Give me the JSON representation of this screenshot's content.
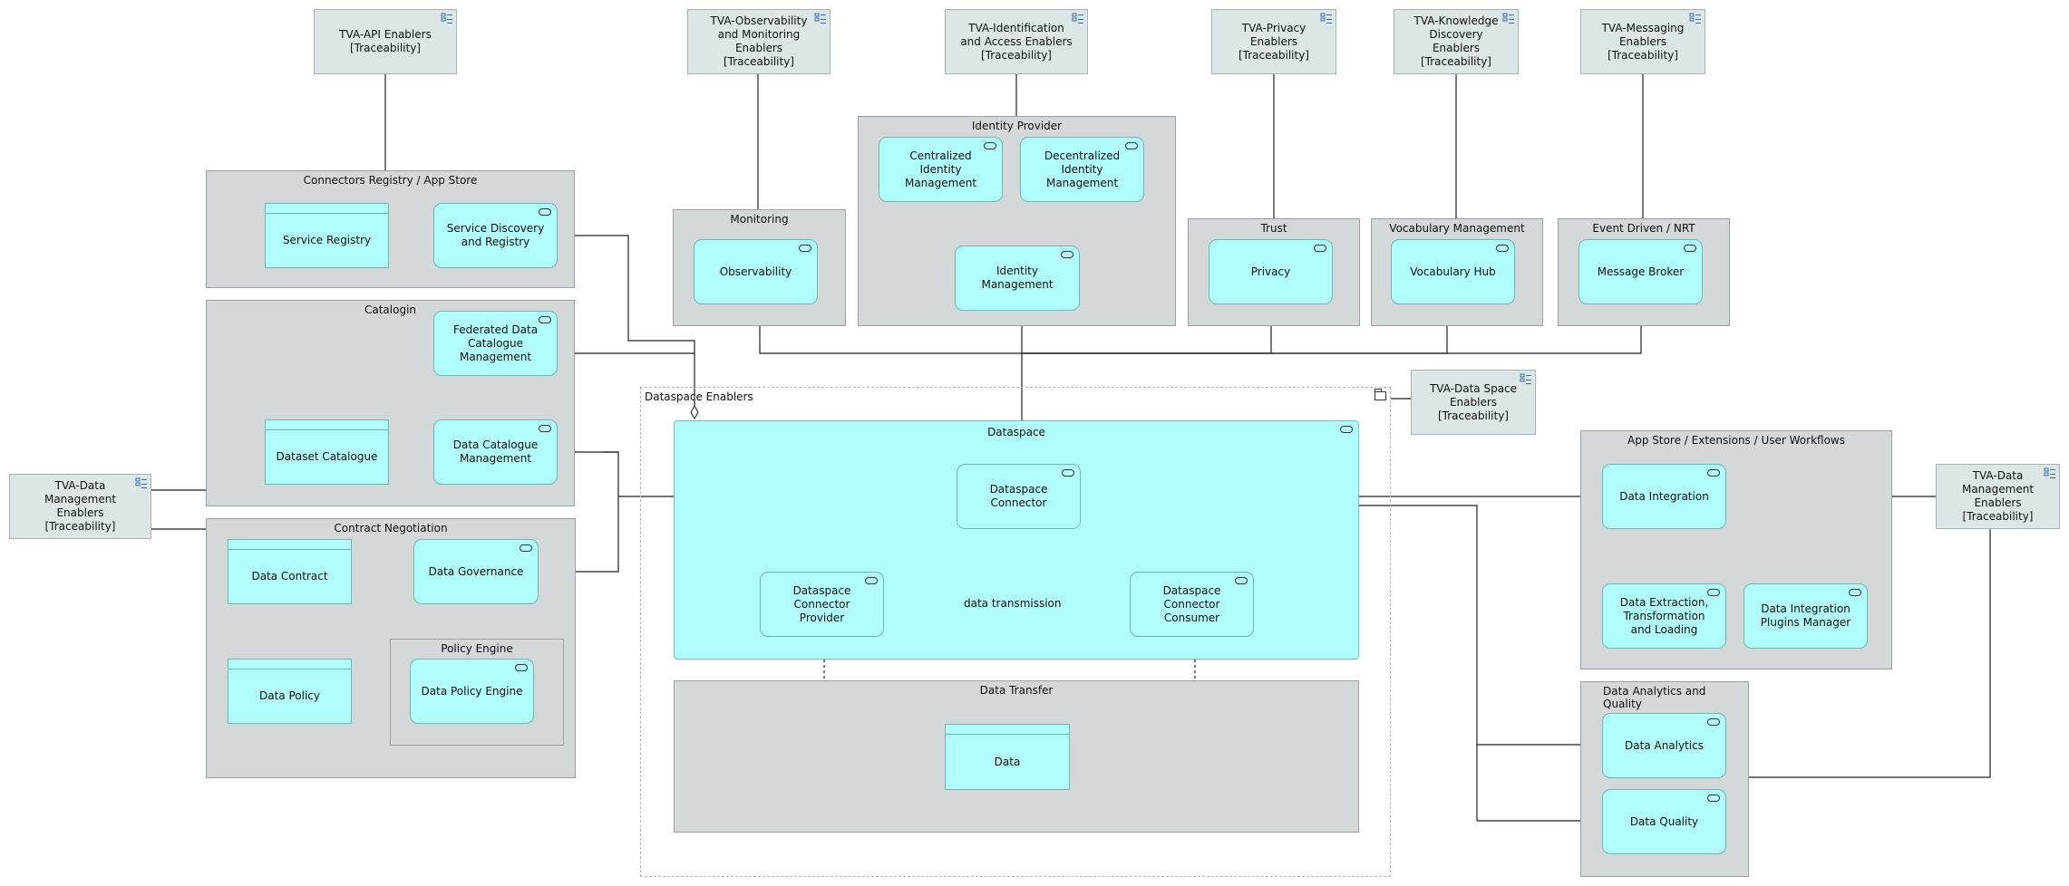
{
  "traceability": [
    {
      "key": "api",
      "label": "TVA-API Enablers [Traceability]"
    },
    {
      "key": "observability",
      "label": "TVA-Observability and Monitoring Enablers [Traceability]"
    },
    {
      "key": "identification",
      "label": "TVA-Identification and Access Enablers [Traceability]"
    },
    {
      "key": "privacy",
      "label": "TVA-Privacy Enablers [Traceability]"
    },
    {
      "key": "knowledge",
      "label": "TVA-Knowledge Discovery Enablers [Traceability]"
    },
    {
      "key": "messaging",
      "label": "TVA-Messaging Enablers [Traceability]"
    },
    {
      "key": "dataspace",
      "label": "TVA-Data Space Enablers [Traceability]"
    },
    {
      "key": "dm_left",
      "label": "TVA-Data Management Enablers [Traceability]"
    },
    {
      "key": "dm_right",
      "label": "TVA-Data Management Enablers [Traceability]"
    }
  ],
  "groups": {
    "connectors_registry": "Connectors Registry / App Store",
    "catalogin": "Catalogin",
    "contract_negotiation": "Contract Negotiation",
    "policy_engine": "Policy Engine",
    "monitoring": "Monitoring",
    "identity_provider": "Identity Provider",
    "trust": "Trust",
    "vocabulary_management": "Vocabulary Management",
    "event_driven": "Event Driven / NRT",
    "dataspace_enablers": "Dataspace Enablers",
    "dataspace": "Dataspace",
    "data_transfer": "Data Transfer",
    "app_store": "App Store / Extensions / User Workflows",
    "data_analytics_quality": "Data Analytics and Quality"
  },
  "services": {
    "service_discovery": "Service Discovery and Registry",
    "federated_catalogue": "Federated Data Catalogue Management",
    "data_catalogue_management": "Data Catalogue Management",
    "data_governance": "Data Governance",
    "data_policy_engine": "Data Policy Engine",
    "observability": "Observability",
    "centralized_identity": "Centralized Identity Management",
    "decentralized_identity": "Decentralized Identity Management",
    "identity_management": "Identity Management",
    "privacy": "Privacy",
    "vocabulary_hub": "Vocabulary Hub",
    "message_broker": "Message Broker",
    "dataspace_connector": "Dataspace Connector",
    "connector_provider": "Dataspace Connector Provider",
    "connector_consumer": "Dataspace Connector Consumer",
    "data_integration": "Data Integration",
    "data_etl": "Data Extraction, Transformation and Loading",
    "data_integration_plugins": "Data Integration Plugins Manager",
    "data_analytics": "Data Analytics",
    "data_quality": "Data Quality"
  },
  "data_objects": {
    "service_registry": "Service Registry",
    "dataset_catalogue": "Dataset Catalogue",
    "data_contract": "Data Contract",
    "data_policy": "Data Policy",
    "data": "Data"
  },
  "relations": {
    "data_transmission": "data transmission"
  }
}
